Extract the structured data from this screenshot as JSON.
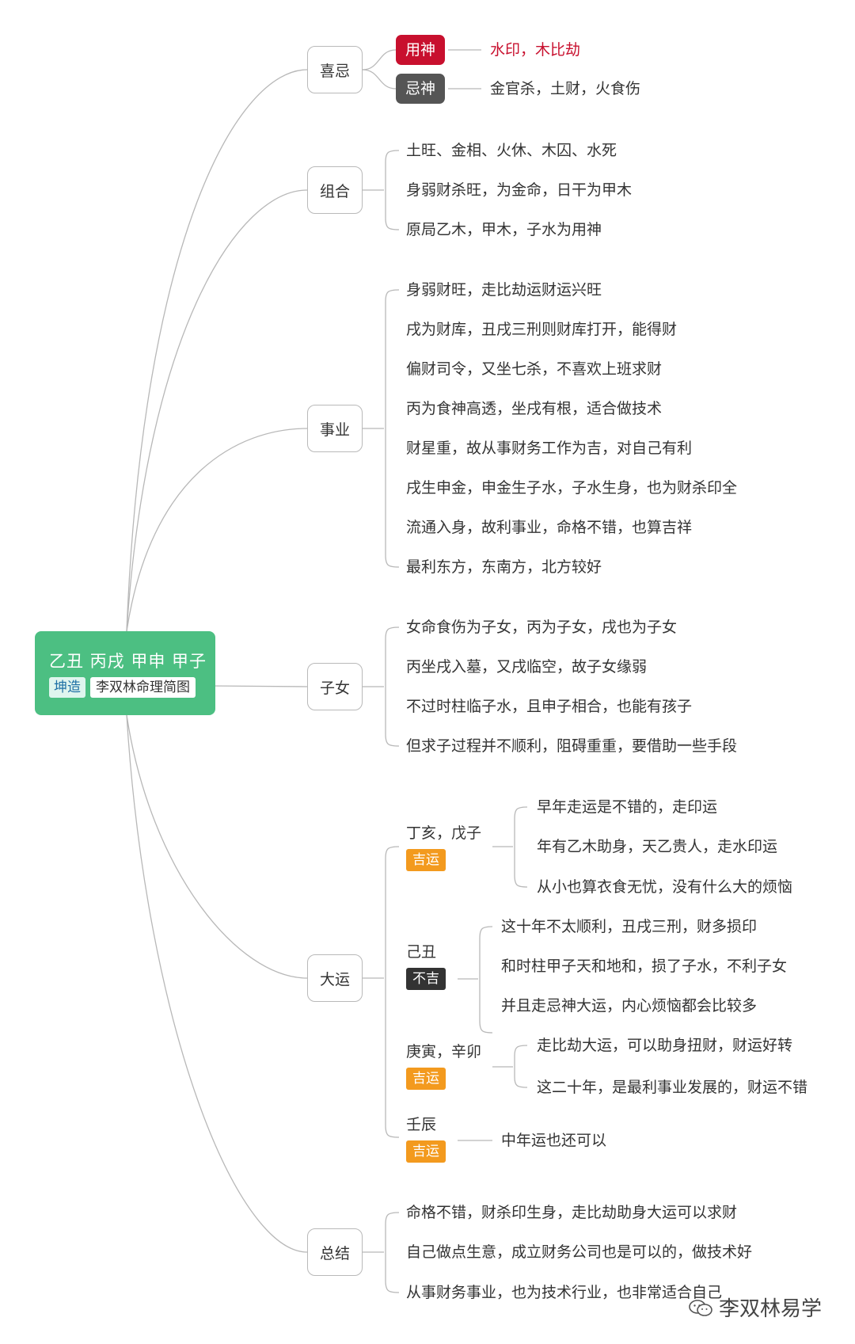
{
  "root": {
    "title": "乙丑 丙戌 甲申 甲子",
    "tag_gender": "坤造",
    "tag_name": "李双林命理简图"
  },
  "branches": {
    "xiji": {
      "label": "喜忌",
      "yongshen": {
        "label": "用神",
        "text": "水印，木比劫",
        "color": "#c8102e"
      },
      "jishen": {
        "label": "忌神",
        "text": "金官杀，土财，火食伤",
        "color": "#555555"
      }
    },
    "zuhe": {
      "label": "组合",
      "items": [
        "土旺、金相、火休、木囚、水死",
        "身弱财杀旺，为金命，日干为甲木",
        "原局乙木，甲木，子水为用神"
      ]
    },
    "shiye": {
      "label": "事业",
      "items": [
        "身弱财旺，走比劫运财运兴旺",
        "戌为财库，丑戌三刑则财库打开，能得财",
        "偏财司令，又坐七杀，不喜欢上班求财",
        "丙为食神高透，坐戌有根，适合做技术",
        "财星重，故从事财务工作为吉，对自己有利",
        "戌生申金，申金生子水，子水生身，也为财杀印全",
        "流通入身，故利事业，命格不错，也算吉祥",
        "最利东方，东南方，北方较好"
      ]
    },
    "zinv": {
      "label": "子女",
      "items": [
        "女命食伤为子女，丙为子女，戌也为子女",
        "丙坐戌入墓，又戌临空，故子女缘弱",
        "不过时柱临子水，且申子相合，也能有孩子",
        "但求子过程并不顺利，阻碍重重，要借助一些手段"
      ]
    },
    "dayun": {
      "label": "大运",
      "groups": [
        {
          "name": "丁亥，戊子",
          "badge": "吉运",
          "items": [
            "早年走运是不错的，走印运",
            "年有乙木助身，天乙贵人，走水印运",
            "从小也算衣食无忧，没有什么大的烦恼"
          ]
        },
        {
          "name": "己丑",
          "badge": "不吉",
          "items": [
            "这十年不太顺利，丑戌三刑，财多损印",
            "和时柱甲子天和地和，损了子水，不利子女",
            "并且走忌神大运，内心烦恼都会比较多"
          ]
        },
        {
          "name": "庚寅，辛卯",
          "badge": "吉运",
          "items": [
            "走比劫大运，可以助身扭财，财运好转",
            "这二十年，是最利事业发展的，财运不错"
          ]
        },
        {
          "name": "壬辰",
          "badge": "吉运",
          "items": [
            "中年运也还可以"
          ]
        }
      ],
      "badge_colors": {
        "good": "#f39a1e",
        "bad": "#333333"
      }
    },
    "zongjie": {
      "label": "总结",
      "items": [
        "命格不错，财杀印生身，走比劫助身大运可以求财",
        "自己做点生意，成立财务公司也是可以的，做技术好",
        "从事财务事业，也为技术行业，也非常适合自己"
      ]
    }
  },
  "watermark": "李双林易学"
}
